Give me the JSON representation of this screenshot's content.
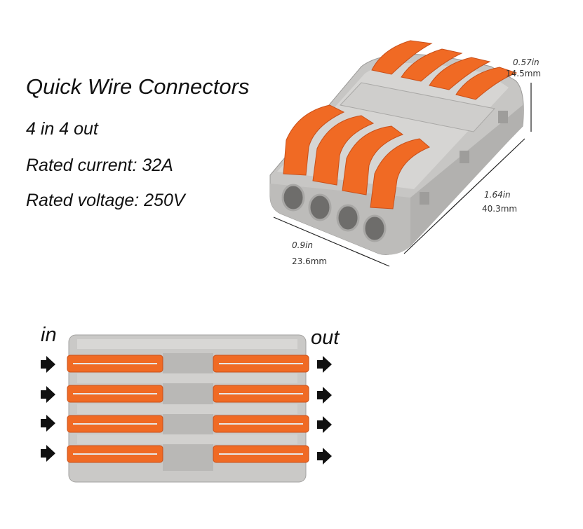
{
  "specs": {
    "title": "Quick Wire Connectors",
    "config": "4 in 4 out",
    "current": "Rated current: 32A",
    "voltage": "Rated voltage: 250V"
  },
  "dimensions": {
    "height_in": "0.57in",
    "height_mm": "14.5mm",
    "length_in": "1.64in",
    "length_mm": "40.3mm",
    "width_in": "0.9in",
    "width_mm": "23.6mm"
  },
  "diagram": {
    "in_label": "in",
    "out_label": "out"
  },
  "colors": {
    "body_gray": "#c4c3c1",
    "lever_orange": "#f06a24",
    "shadow_gray": "#8c8b89"
  }
}
